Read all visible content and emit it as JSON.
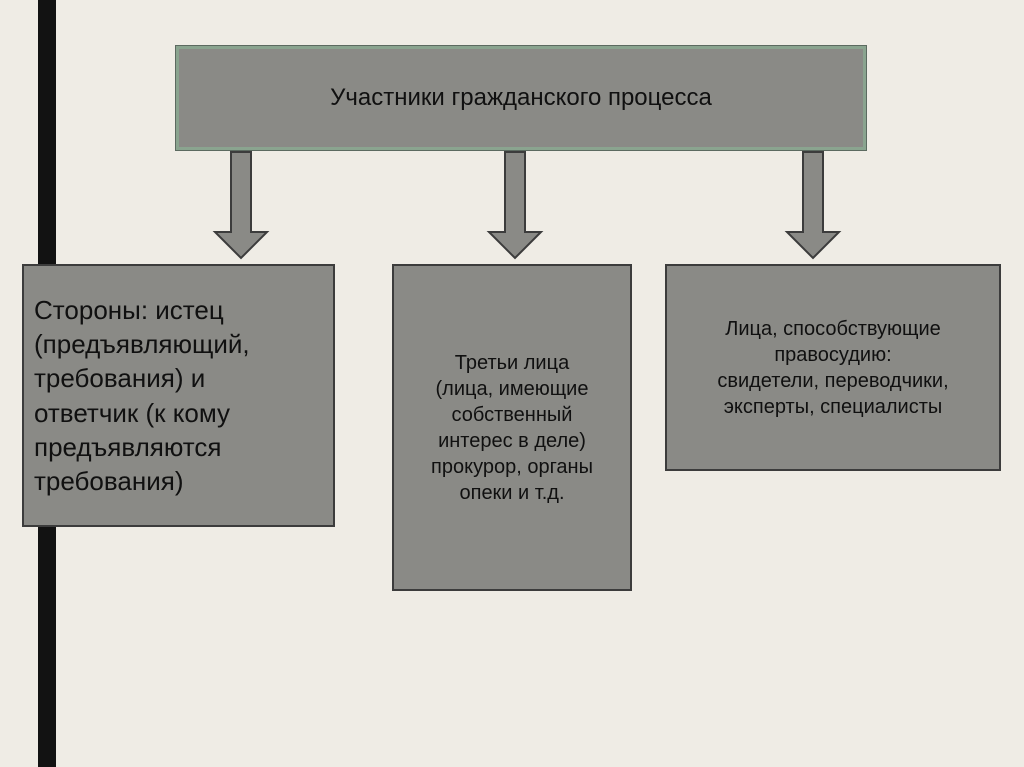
{
  "diagram": {
    "title": "Участники гражданского процесса",
    "nodes": [
      {
        "id": "parties",
        "text": "Стороны: истец\n(предъявляющий,\nтребования) и\nответчик (к кому\nпредъявляются\nтребования)"
      },
      {
        "id": "third-parties",
        "text": "Третьи лица\n(лица, имеющие\nсобственный\nинтерес в деле)\nпрокурор, органы\nопеки и т.д."
      },
      {
        "id": "justice-assistants",
        "text": "Лица, способствующие\nправосудию:\nсвидетели, переводчики,\nэксперты, специалисты"
      }
    ],
    "edges": [
      {
        "from": "title",
        "to": "parties"
      },
      {
        "from": "title",
        "to": "third-parties"
      },
      {
        "from": "title",
        "to": "justice-assistants"
      }
    ],
    "colors": {
      "background": "#efece5",
      "box_fill": "#8a8a86",
      "title_border": "#8aa48f",
      "arrow_fill": "#8a8a86",
      "left_bar": "#121212"
    }
  }
}
